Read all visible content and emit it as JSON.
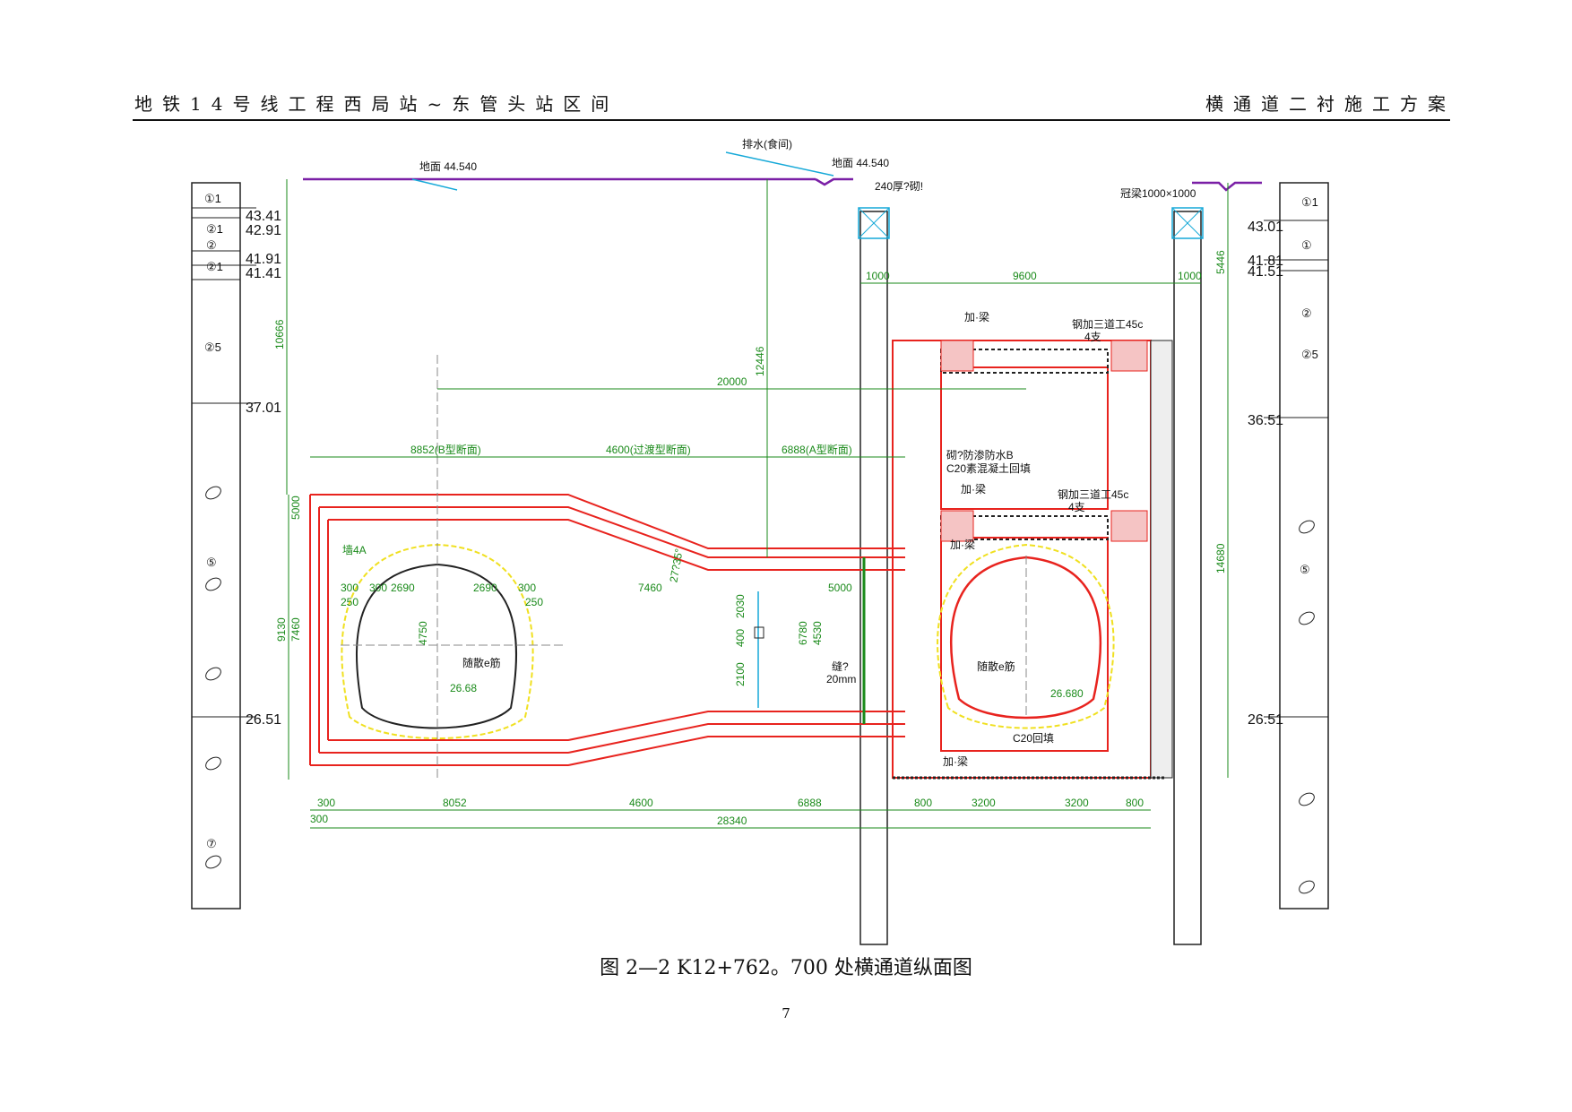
{
  "header": {
    "left": "地铁14号线工程西局站~东管头站区间",
    "right": "横通道二衬施工方案"
  },
  "caption": "图 2—2 K12+762。700 处横通道纵面图",
  "page_number": "7",
  "drawing": {
    "ground_left": "地面 44.540",
    "ground_right": "地面 44.540",
    "drain_label": "排水(食间)",
    "wall_label": "240厚?砌!",
    "beam_label": "冠梁1000×1000",
    "left_levels": [
      "43.41",
      "42.91",
      "41.91",
      "41.41",
      "37.01",
      "26.51"
    ],
    "right_levels": [
      "43.01",
      "41.81",
      "41.51",
      "36.51",
      "26.51"
    ],
    "dims_top": [
      "1000",
      "9600",
      "1000"
    ],
    "dims_section": [
      "8852(B型断面)",
      "4600(过渡型断面)",
      "6888(A型断面)"
    ],
    "dim_20000": "20000",
    "dim_12446": "12446",
    "dim_10666": "10666",
    "dim_5446": "5446",
    "dim_14680": "14680",
    "dims_bottom": [
      "8052",
      "4600",
      "6888"
    ],
    "dims_bottom_right": [
      "800",
      "3200",
      "3200",
      "800"
    ],
    "dim_total": "28340",
    "dim_300": "300",
    "dims_arch": [
      "300",
      "300",
      "2690",
      "2690",
      "300",
      "250",
      "250"
    ],
    "dim_7460_inner": "7460",
    "dim_5000": "5000",
    "dim_4750": "4750",
    "dims_vertical_left": [
      "9130",
      "7460",
      "5000"
    ],
    "dims_vertical_mid": [
      "2030",
      "400",
      "2100",
      "6780",
      "4530"
    ],
    "water_level_left": "26.68",
    "water_level_right": "26.680",
    "brace_note_1": "钢加三道工45c",
    "brace_note_1b": "4支",
    "brace_note_2": "钢加三道工45c",
    "brace_note_2b": "4支",
    "joint_note": "加·梁",
    "waterproof_note": "砌?防渗防水B",
    "backfill_note": "C20素混凝土回填",
    "backfill_bottom": "C20回填",
    "joint_gap": "20mm",
    "gap_label": "缝?",
    "rebar_note": "随散e筋",
    "slope_note": "27?35°",
    "soil_labels_left": [
      "①1",
      "②1",
      "②",
      "②1",
      "②5",
      "⑤",
      "⑦"
    ],
    "soil_labels_right": [
      "①1",
      "①",
      "②",
      "②5",
      "⑤"
    ],
    "tunnel_label": "墙4A",
    "colors": {
      "red": "#e8231e",
      "green": "#1a8a1a",
      "yellow": "#f0e020",
      "purple": "#7a1fa6",
      "cyan": "#16a9d8"
    }
  }
}
